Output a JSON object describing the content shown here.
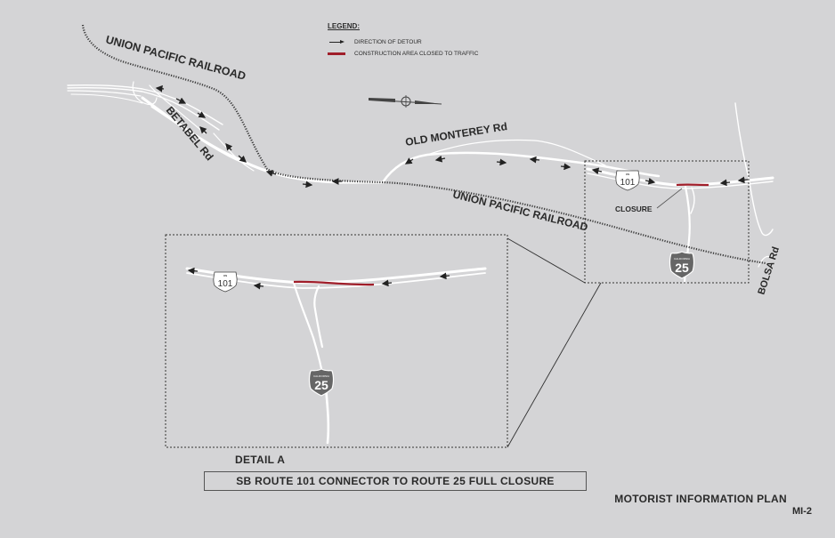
{
  "legend": {
    "title": "LEGEND:",
    "items": [
      {
        "label": "DIRECTION OF DETOUR",
        "symbol": "arrow-icon"
      },
      {
        "label": "CONSTRUCTION AREA CLOSED TO TRAFFIC",
        "symbol": "red-line",
        "color": "#a01e2a"
      }
    ]
  },
  "map_labels": {
    "railroad_north": "UNION PACIFIC RAILROAD",
    "railroad_south": "UNION PACIFIC RAILROAD",
    "betabel": "BETABEL Rd",
    "old_monterey": "OLD MONTEREY Rd",
    "bolsa": "BOLSA Rd",
    "closure": "CLOSURE"
  },
  "shields": {
    "us_route": "101",
    "us_prefix": "US",
    "state_route": "25",
    "state_prefix": "CALIFORNIA"
  },
  "detail": {
    "label": "DETAIL A"
  },
  "title": "SB ROUTE 101 CONNECTOR TO ROUTE 25 FULL CLOSURE",
  "plan_name": "MOTORIST INFORMATION PLAN",
  "plan_code": "MI-2",
  "colors": {
    "background": "#d4d4d6",
    "road": "#ffffff",
    "closure": "#a01e2a",
    "text": "#2a2a2a"
  }
}
